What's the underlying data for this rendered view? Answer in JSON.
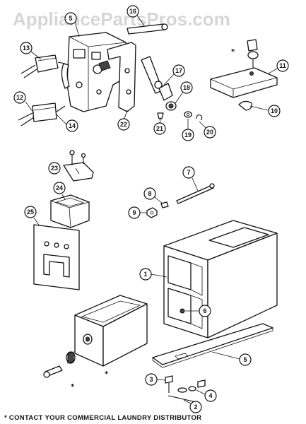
{
  "watermark": "AppliancePartsPros.com",
  "footer_note": "* CONTACT YOUR COMMERCIAL LAUNDRY DISTRIBUTOR",
  "star": "*",
  "callouts": [
    {
      "id": "c1",
      "label": "1"
    },
    {
      "id": "c2",
      "label": "2"
    },
    {
      "id": "c3",
      "label": "3"
    },
    {
      "id": "c4",
      "label": "4"
    },
    {
      "id": "c5a",
      "label": "5"
    },
    {
      "id": "c5b",
      "label": "5"
    },
    {
      "id": "c6",
      "label": "6"
    },
    {
      "id": "c7",
      "label": "7"
    },
    {
      "id": "c8",
      "label": "8"
    },
    {
      "id": "c9",
      "label": "9"
    },
    {
      "id": "c10",
      "label": "10"
    },
    {
      "id": "c11",
      "label": "11"
    },
    {
      "id": "c12",
      "label": "12"
    },
    {
      "id": "c13",
      "label": "13"
    },
    {
      "id": "c14",
      "label": "14"
    },
    {
      "id": "c16",
      "label": "16"
    },
    {
      "id": "c17",
      "label": "17"
    },
    {
      "id": "c18",
      "label": "18"
    },
    {
      "id": "c19",
      "label": "19"
    },
    {
      "id": "c20",
      "label": "20"
    },
    {
      "id": "c21",
      "label": "21"
    },
    {
      "id": "c22",
      "label": "22"
    },
    {
      "id": "c23",
      "label": "23"
    },
    {
      "id": "c24",
      "label": "24"
    },
    {
      "id": "c25",
      "label": "25"
    }
  ]
}
